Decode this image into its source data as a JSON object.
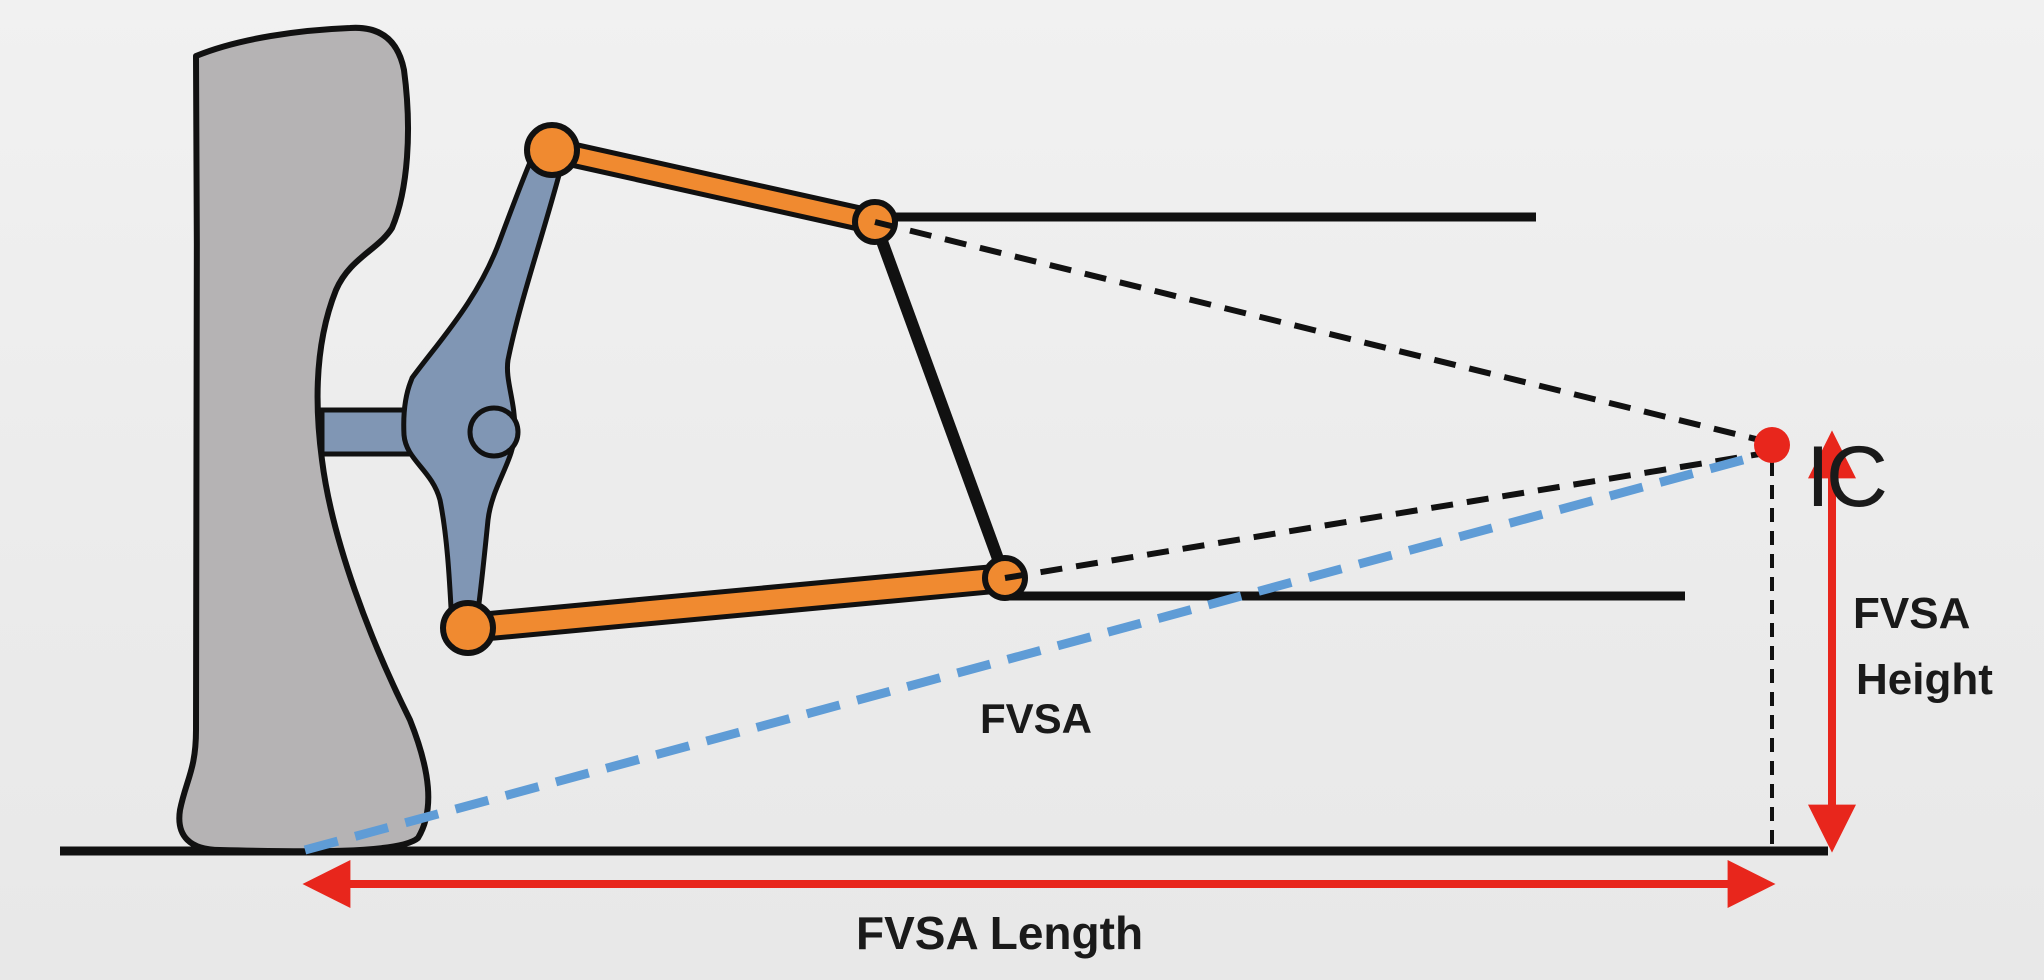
{
  "labels": {
    "ic": "IC",
    "fvsa": "FVSA",
    "fvsa_height_line1": "FVSA",
    "fvsa_height_line2": "Height",
    "fvsa_length": "FVSA Length"
  },
  "colors": {
    "tire_fill": "#b5b3b4",
    "upright_fill": "#8096b4",
    "arm_orange": "#f08a30",
    "outline": "#111111",
    "dashed_black": "#111111",
    "dashed_blue": "#5f9cd6",
    "dimension_red": "#e8261c",
    "ic_point": "#e8261c"
  }
}
